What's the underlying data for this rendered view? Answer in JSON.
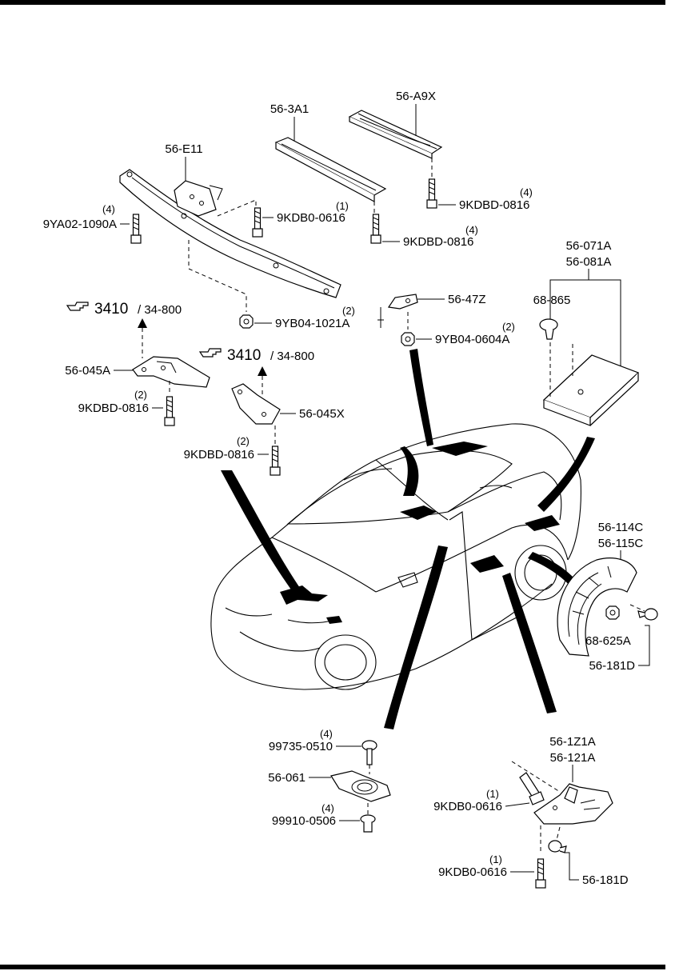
{
  "labels": {
    "p56_3A1": "56-3A1",
    "p56_A9X": "56-A9X",
    "p56_E11": "56-E11",
    "p9YA02_1090A": "9YA02-1090A",
    "q9YA02_1090A": "(4)",
    "p9KDB0_0616_top": "9KDB0-0616",
    "q9KDB0_0616_top": "(1)",
    "p9KDBD_0816_a": "9KDBD-0816",
    "q9KDBD_0816_a": "(4)",
    "p9KDBD_0816_b": "9KDBD-0816",
    "q9KDBD_0816_b": "(4)",
    "p56_071A": "56-071A",
    "p56_081A": "56-081A",
    "p68_865": "68-865",
    "p56_47Z": "56-47Z",
    "p9YB04_1021A": "9YB04-1021A",
    "q9YB04_1021A": "(2)",
    "p9YB04_0604A": "9YB04-0604A",
    "q9YB04_0604A": "(2)",
    "p56_045A": "56-045A",
    "p9KDBD_0816_c": "9KDBD-0816",
    "q9KDBD_0816_c": "(2)",
    "p56_045X": "56-045X",
    "p9KDBD_0816_d": "9KDBD-0816",
    "q9KDBD_0816_d": "(2)",
    "p56_114C": "56-114C",
    "p56_115C": "56-115C",
    "p68_625A": "68-625A",
    "p56_181D_a": "56-181D",
    "p99735_0510": "99735-0510",
    "q99735_0510": "(4)",
    "p56_061": "56-061",
    "p99910_0506": "99910-0506",
    "q99910_0506": "(4)",
    "p56_1Z1A": "56-1Z1A",
    "p56_121A": "56-121A",
    "p9KDB0_0616_b": "9KDB0-0616",
    "q9KDB0_0616_b": "(1)",
    "p9KDB0_0616_c": "9KDB0-0616",
    "q9KDB0_0616_c": "(1)",
    "p56_181D_b": "56-181D"
  },
  "references": [
    {
      "main": "3410",
      "sub": "/ 34-800"
    },
    {
      "main": "3410",
      "sub": "/ 34-800"
    }
  ],
  "icons": {
    "reference": "pointing-hand-icon"
  }
}
